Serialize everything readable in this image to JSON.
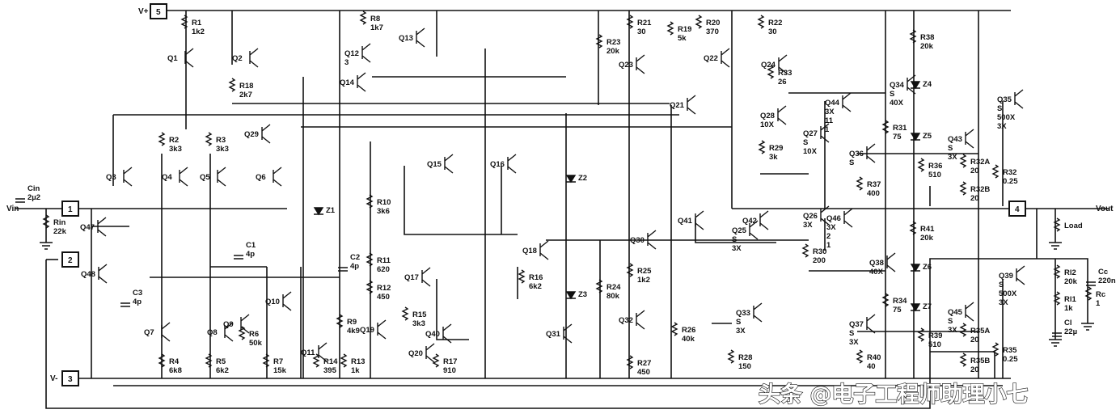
{
  "diagram": {
    "terminals": [
      {
        "number": "5",
        "name": "V+"
      },
      {
        "number": "1",
        "name": "Vin"
      },
      {
        "number": "2",
        "name": ""
      },
      {
        "number": "3",
        "name": "V-"
      },
      {
        "number": "4",
        "name": "Vout"
      }
    ],
    "components": [
      {
        "ref": "R1",
        "value": "1k2"
      },
      {
        "ref": "Q1",
        "value": ""
      },
      {
        "ref": "Q2",
        "value": ""
      },
      {
        "ref": "R18",
        "value": "2k7"
      },
      {
        "ref": "R2",
        "value": "3k3"
      },
      {
        "ref": "R3",
        "value": "3k3"
      },
      {
        "ref": "Q29",
        "value": ""
      },
      {
        "ref": "Q3",
        "value": ""
      },
      {
        "ref": "Q4",
        "value": ""
      },
      {
        "ref": "Q5",
        "value": ""
      },
      {
        "ref": "Q6",
        "value": ""
      },
      {
        "ref": "Cin",
        "value": "2µ2"
      },
      {
        "ref": "Rin",
        "value": "22k"
      },
      {
        "ref": "Q47",
        "value": ""
      },
      {
        "ref": "Q48",
        "value": ""
      },
      {
        "ref": "C1",
        "value": "4p"
      },
      {
        "ref": "C3",
        "value": "4p"
      },
      {
        "ref": "Q7",
        "value": ""
      },
      {
        "ref": "Q8",
        "value": ""
      },
      {
        "ref": "Q9",
        "value": ""
      },
      {
        "ref": "Q10",
        "value": ""
      },
      {
        "ref": "R4",
        "value": "6k8"
      },
      {
        "ref": "R5",
        "value": "6k2"
      },
      {
        "ref": "R6",
        "value": "50k"
      },
      {
        "ref": "R7",
        "value": "15k"
      },
      {
        "ref": "Q11",
        "value": ""
      },
      {
        "ref": "Z1",
        "value": ""
      },
      {
        "ref": "Q14",
        "value": ""
      },
      {
        "ref": "Q12",
        "value": "3"
      },
      {
        "ref": "R8",
        "value": "1k7"
      },
      {
        "ref": "Q13",
        "value": ""
      },
      {
        "ref": "C2",
        "value": "4p"
      },
      {
        "ref": "R10",
        "value": "3k6"
      },
      {
        "ref": "R11",
        "value": "620"
      },
      {
        "ref": "R12",
        "value": "450"
      },
      {
        "ref": "Q17",
        "value": ""
      },
      {
        "ref": "R9",
        "value": "4k9"
      },
      {
        "ref": "Q19",
        "value": ""
      },
      {
        "ref": "R15",
        "value": "3k3"
      },
      {
        "ref": "Q20",
        "value": ""
      },
      {
        "ref": "R14",
        "value": "395"
      },
      {
        "ref": "R13",
        "value": "1k"
      },
      {
        "ref": "Q15",
        "value": ""
      },
      {
        "ref": "Q16",
        "value": ""
      },
      {
        "ref": "Q18",
        "value": ""
      },
      {
        "ref": "R16",
        "value": "6k2"
      },
      {
        "ref": "Q40",
        "value": ""
      },
      {
        "ref": "R17",
        "value": "910"
      },
      {
        "ref": "Q31",
        "value": ""
      },
      {
        "ref": "Z2",
        "value": ""
      },
      {
        "ref": "Z3",
        "value": ""
      },
      {
        "ref": "R23",
        "value": "20k"
      },
      {
        "ref": "R24",
        "value": "80k"
      },
      {
        "ref": "R21",
        "value": "30"
      },
      {
        "ref": "Q23",
        "value": ""
      },
      {
        "ref": "R19",
        "value": "5k"
      },
      {
        "ref": "R20",
        "value": "370"
      },
      {
        "ref": "Q22",
        "value": ""
      },
      {
        "ref": "Q21",
        "value": ""
      },
      {
        "ref": "Q30",
        "value": ""
      },
      {
        "ref": "R25",
        "value": "1k2"
      },
      {
        "ref": "Q32",
        "value": ""
      },
      {
        "ref": "R26",
        "value": "40k"
      },
      {
        "ref": "R27",
        "value": "450"
      },
      {
        "ref": "Q41",
        "value": ""
      },
      {
        "ref": "Q42",
        "value": ""
      },
      {
        "ref": "Q25",
        "value": "S 3X"
      },
      {
        "ref": "Q33",
        "value": "S 3X"
      },
      {
        "ref": "R28",
        "value": "150"
      },
      {
        "ref": "R22",
        "value": "30"
      },
      {
        "ref": "Q24",
        "value": ""
      },
      {
        "ref": "R33",
        "value": "26"
      },
      {
        "ref": "Q28",
        "value": "10X"
      },
      {
        "ref": "Q27",
        "value": "S 10X"
      },
      {
        "ref": "R29",
        "value": "3k"
      },
      {
        "ref": "Q26",
        "value": "3X"
      },
      {
        "ref": "R30",
        "value": "200"
      },
      {
        "ref": "Q44",
        "value": "3X 11 1"
      },
      {
        "ref": "Q36",
        "value": "S"
      },
      {
        "ref": "R37",
        "value": "400"
      },
      {
        "ref": "Q46",
        "value": "3X 2 1"
      },
      {
        "ref": "Q38",
        "value": "40X"
      },
      {
        "ref": "Q37",
        "value": "S 3X"
      },
      {
        "ref": "R40",
        "value": "40"
      },
      {
        "ref": "Q34",
        "value": "S 40X"
      },
      {
        "ref": "R31",
        "value": "75"
      },
      {
        "ref": "R38",
        "value": "20k"
      },
      {
        "ref": "Z4",
        "value": ""
      },
      {
        "ref": "Z5",
        "value": ""
      },
      {
        "ref": "Q43",
        "value": "S 3X"
      },
      {
        "ref": "R36",
        "value": "510"
      },
      {
        "ref": "R32A",
        "value": "20"
      },
      {
        "ref": "R32B",
        "value": "20"
      },
      {
        "ref": "Q35",
        "value": "S 500X 3X"
      },
      {
        "ref": "R32",
        "value": "0.25"
      },
      {
        "ref": "R41",
        "value": "20k"
      },
      {
        "ref": "Z6",
        "value": ""
      },
      {
        "ref": "R34",
        "value": "75"
      },
      {
        "ref": "Z7",
        "value": ""
      },
      {
        "ref": "Q45",
        "value": "S 3X"
      },
      {
        "ref": "R39",
        "value": "510"
      },
      {
        "ref": "R35A",
        "value": "20"
      },
      {
        "ref": "R35B",
        "value": "20"
      },
      {
        "ref": "Q39",
        "value": "S 500X 3X"
      },
      {
        "ref": "R35",
        "value": "0.25"
      },
      {
        "ref": "Load",
        "value": ""
      },
      {
        "ref": "Rl2",
        "value": "20k"
      },
      {
        "ref": "Rl1",
        "value": "1k"
      },
      {
        "ref": "Cl",
        "value": "22µ"
      },
      {
        "ref": "Cc",
        "value": "220n"
      },
      {
        "ref": "Rc",
        "value": "1"
      }
    ],
    "watermark": "头条 @电子工程师助理小七"
  }
}
